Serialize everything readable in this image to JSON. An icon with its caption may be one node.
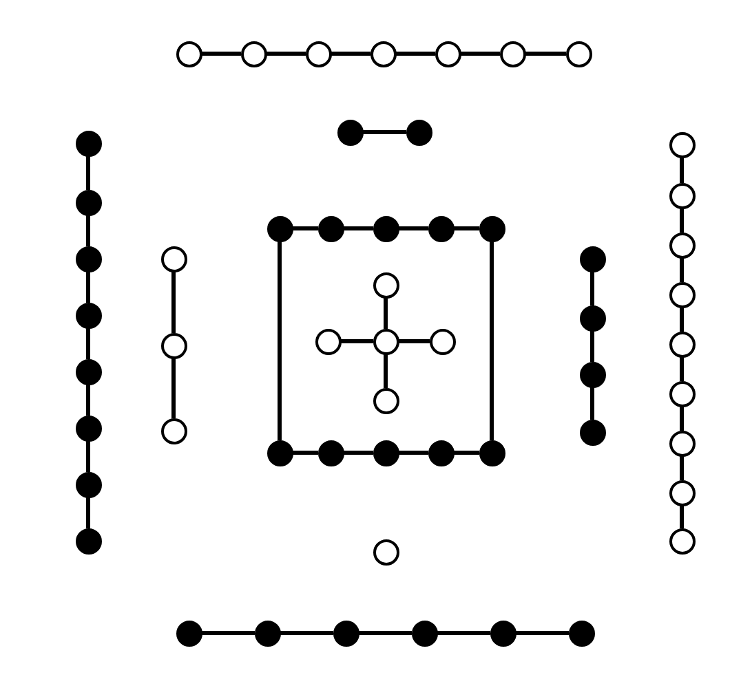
{
  "diagram": {
    "nodes": [
      {
        "text": [],
        "shape": "circle"
      },
      {
        "text": [],
        "shape": "circle"
      },
      {
        "text": [],
        "shape": "circle"
      },
      {
        "text": [],
        "shape": "circle"
      },
      {
        "text": [],
        "shape": "circle"
      },
      {
        "text": [],
        "shape": "circle"
      },
      {
        "text": [],
        "shape": "circle"
      },
      {
        "text": [],
        "shape": "circle"
      },
      {
        "text": [],
        "shape": "circle"
      },
      {
        "text": [],
        "shape": "circle"
      },
      {
        "text": [],
        "shape": "circle"
      },
      {
        "text": [],
        "shape": "circle"
      },
      {
        "text": [],
        "shape": "circle"
      },
      {
        "text": [],
        "shape": "circle"
      },
      {
        "text": [],
        "shape": "circle"
      },
      {
        "text": [],
        "shape": "circle"
      },
      {
        "text": [],
        "shape": "circle"
      },
      {
        "text": [],
        "shape": "circle"
      },
      {
        "text": [],
        "shape": "circle"
      },
      {
        "text": [],
        "shape": "circle"
      },
      {
        "text": [],
        "shape": "circle"
      },
      {
        "text": [],
        "shape": "circle"
      },
      {
        "text": [],
        "shape": "circle"
      },
      {
        "text": [],
        "shape": "circle"
      },
      {
        "text": [],
        "shape": "circle"
      },
      {
        "text": [],
        "shape": "circle"
      },
      {
        "text": [],
        "shape": "circle"
      },
      {
        "text": [],
        "shape": "circle"
      },
      {
        "text": [],
        "shape": "circle"
      },
      {
        "text": [],
        "shape": "circle"
      },
      {
        "text": [],
        "shape": "circle"
      },
      {
        "text": [],
        "shape": "circle"
      },
      {
        "text": [],
        "shape": "circle"
      },
      {
        "text": [],
        "shape": "circle"
      },
      {
        "text": [],
        "shape": "circle"
      },
      {
        "text": [],
        "shape": "circle"
      },
      {
        "text": [],
        "shape": "circle"
      },
      {
        "text": [],
        "shape": "circle"
      },
      {
        "text": [],
        "shape": "circle"
      },
      {
        "text": [],
        "shape": "circle"
      },
      {
        "text": [],
        "shape": "circle"
      },
      {
        "text": [],
        "shape": "circle"
      },
      {
        "text": [],
        "shape": "circle"
      },
      {
        "text": [],
        "shape": "circle"
      },
      {
        "text": [],
        "shape": "circle"
      },
      {
        "text": [],
        "shape": "circle"
      },
      {
        "text": [],
        "shape": "circle"
      },
      {
        "text": [],
        "shape": "circle"
      },
      {
        "text": [],
        "shape": "circle"
      },
      {
        "text": [],
        "shape": "circle"
      },
      {
        "text": [],
        "shape": "circle"
      },
      {
        "text": [],
        "shape": "circle"
      },
      {
        "text": [],
        "shape": "circle"
      },
      {
        "text": [],
        "shape": "circle"
      },
      {
        "text": [],
        "shape": "circle"
      }
    ],
    "edges": [
      {
        "from": 0,
        "to": 1,
        "arrow": "none"
      },
      {
        "from": 1,
        "to": 2,
        "arrow": "none"
      },
      {
        "from": 2,
        "to": 3,
        "arrow": "none"
      },
      {
        "from": 3,
        "to": 4,
        "arrow": "none"
      },
      {
        "from": 4,
        "to": 5,
        "arrow": "none"
      },
      {
        "from": 5,
        "to": 6,
        "arrow": "none"
      },
      {
        "from": 7,
        "to": 8,
        "arrow": "none"
      },
      {
        "from": 9,
        "to": 10,
        "arrow": "none"
      },
      {
        "from": 10,
        "to": 11,
        "arrow": "none"
      },
      {
        "from": 11,
        "to": 12,
        "arrow": "none"
      },
      {
        "from": 12,
        "to": 13,
        "arrow": "none"
      },
      {
        "from": 13,
        "to": 14,
        "arrow": "none"
      },
      {
        "from": 14,
        "to": 15,
        "arrow": "none"
      },
      {
        "from": 15,
        "to": 16,
        "arrow": "none"
      },
      {
        "from": 17,
        "to": 18,
        "arrow": "none"
      },
      {
        "from": 18,
        "to": 19,
        "arrow": "none"
      },
      {
        "from": 20,
        "to": 21,
        "arrow": "none"
      },
      {
        "from": 21,
        "to": 22,
        "arrow": "none"
      },
      {
        "from": 22,
        "to": 23,
        "arrow": "none"
      },
      {
        "from": 23,
        "to": 24,
        "arrow": "none"
      },
      {
        "from": 20,
        "to": 25,
        "arrow": "none"
      },
      {
        "from": 24,
        "to": 29,
        "arrow": "none"
      },
      {
        "from": 25,
        "to": 26,
        "arrow": "none"
      },
      {
        "from": 26,
        "to": 27,
        "arrow": "none"
      },
      {
        "from": 27,
        "to": 28,
        "arrow": "none"
      },
      {
        "from": 28,
        "to": 29,
        "arrow": "none"
      },
      {
        "from": 32,
        "to": 30,
        "arrow": "none"
      },
      {
        "from": 32,
        "to": 31,
        "arrow": "none"
      },
      {
        "from": 32,
        "to": 33,
        "arrow": "none"
      },
      {
        "from": 32,
        "to": 34,
        "arrow": "none"
      },
      {
        "from": 35,
        "to": 36,
        "arrow": "none"
      },
      {
        "from": 36,
        "to": 37,
        "arrow": "none"
      },
      {
        "from": 37,
        "to": 38,
        "arrow": "none"
      },
      {
        "from": 39,
        "to": 40,
        "arrow": "none"
      },
      {
        "from": 40,
        "to": 41,
        "arrow": "none"
      },
      {
        "from": 41,
        "to": 42,
        "arrow": "none"
      },
      {
        "from": 42,
        "to": 43,
        "arrow": "none"
      },
      {
        "from": 43,
        "to": 44,
        "arrow": "none"
      },
      {
        "from": 44,
        "to": 45,
        "arrow": "none"
      },
      {
        "from": 45,
        "to": 46,
        "arrow": "none"
      },
      {
        "from": 46,
        "to": 47,
        "arrow": "none"
      },
      {
        "from": 49,
        "to": 50,
        "arrow": "none"
      },
      {
        "from": 50,
        "to": 51,
        "arrow": "none"
      },
      {
        "from": 51,
        "to": 52,
        "arrow": "none"
      },
      {
        "from": 52,
        "to": 53,
        "arrow": "none"
      },
      {
        "from": 53,
        "to": 54,
        "arrow": "none"
      }
    ]
  }
}
